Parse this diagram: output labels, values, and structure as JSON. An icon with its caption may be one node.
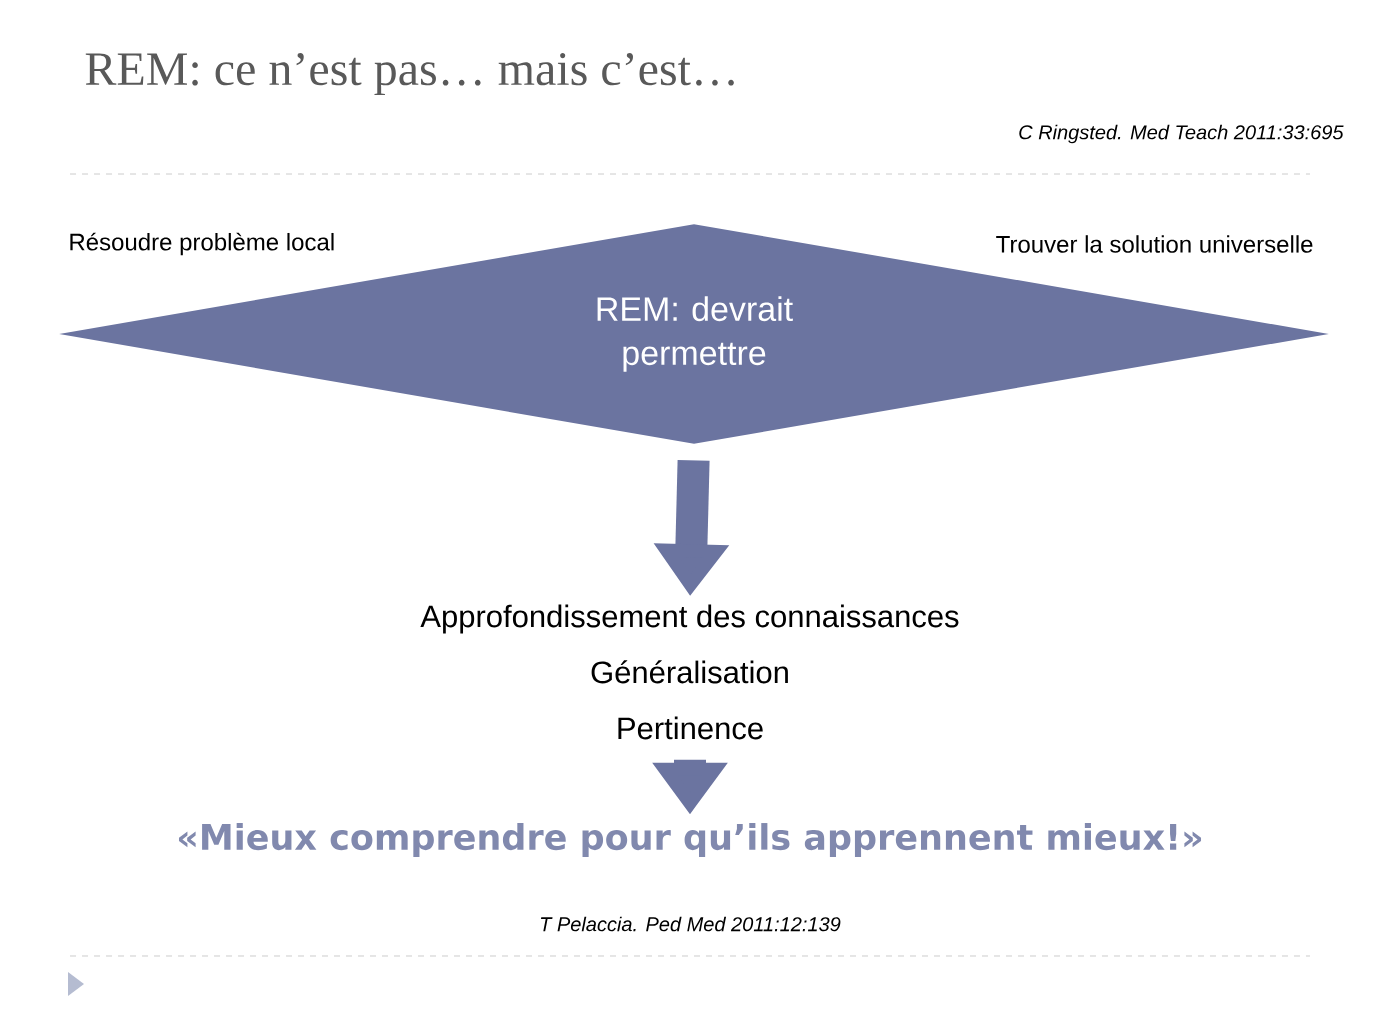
{
  "diagram": {
    "title": "REM: ce n’est pas… mais c’est…",
    "nodes": [
      {
        "text": [
          "REM: devrait permettre"
        ],
        "beside": [
          "Résoudre problème local",
          "Trouver la solution universelle"
        ]
      },
      {
        "text": [
          "Approfondissement des connaissances",
          "Généralisation",
          "Pertinence"
        ]
      },
      {
        "text": [
          "«Mieux comprendre pour qu’ils apprennent mieux!»"
        ]
      }
    ],
    "edges": [
      {
        "from": 0,
        "to": 1,
        "arrow": "to"
      },
      {
        "from": 1,
        "to": 2,
        "arrow": "to"
      }
    ],
    "labels": [
      "C Ringsted.  Med Teach 2011:33:695",
      "T Pelaccia. Ped Med 2011:12:139"
    ]
  }
}
